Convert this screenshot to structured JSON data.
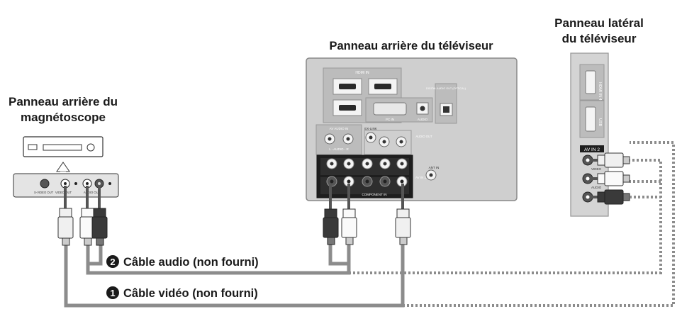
{
  "labels": {
    "vcr_title_line1": "Panneau arrière du",
    "vcr_title_line2": "magnétoscope",
    "tv_rear_title": "Panneau arrière du téléviseur",
    "tv_side_title_line1": "Panneau latéral",
    "tv_side_title_line2": "du téléviseur"
  },
  "cables": {
    "audio_number": "2",
    "audio_label": "Câble audio (non fourni)",
    "video_number": "1",
    "video_label": "Câble vidéo (non fourni)"
  },
  "vcr_panel": {
    "svideo_out": "S-VIDEO OUT",
    "video_out": "VIDEO OUT",
    "audio_out": "AUDIO OUT"
  },
  "tv_rear": {
    "hdmi_in": "HDMI IN",
    "pc_in": "PC IN",
    "audio": "AUDIO",
    "digital_audio_out": "DIGITAL AUDIO OUT (OPTICAL)",
    "av_audio_in": "AV AUDIO IN",
    "ex_link": "EX-LINK",
    "audio_out": "AUDIO OUT",
    "ant_in": "ANT IN",
    "component_in": "COMPONENT IN",
    "av_in": "AV IN 1",
    "audio_l_r": "L - AUDIO - R"
  },
  "tv_side": {
    "hdmi_in": "HDMI IN 4",
    "usb": "USB",
    "av_in_2": "AV IN 2",
    "video": "VIDEO",
    "audio": "AUDIO"
  },
  "colors": {
    "cable_line": "#8c8c8c",
    "panel_gray": "#cfcfcf",
    "connector_dark": "#3a3a3a",
    "dotted_line": "#8c8c8c"
  }
}
